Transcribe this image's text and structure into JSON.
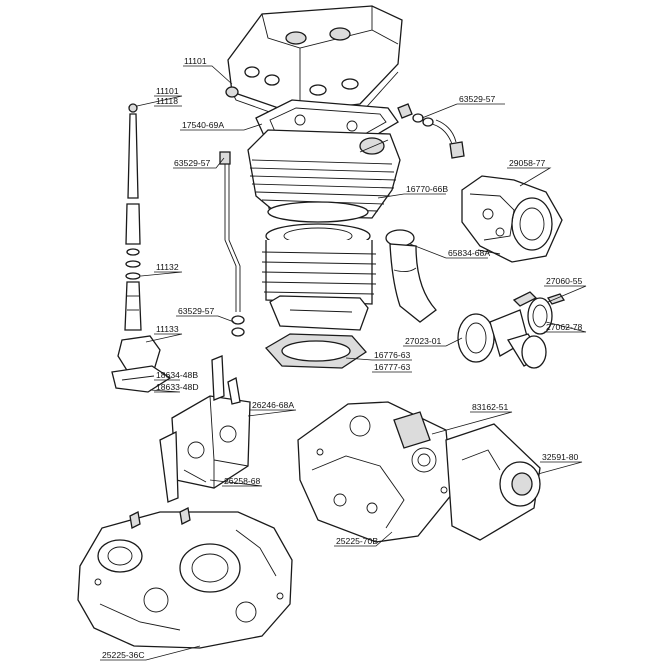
{
  "part_numbers": {
    "p11101_top": "11101",
    "p11101_side": "11101",
    "p11118": "11118",
    "p17540": "17540-69A",
    "p63529_a": "63529-57",
    "p63529_b": "63529-57",
    "p63529_c": "63529-57",
    "p29058": "29058-77",
    "p16770": "16770-66B",
    "p65834": "65834-68A",
    "p11132": "11132",
    "p27060": "27060-55",
    "p27062": "27062-78",
    "p27023": "27023-01",
    "p11133": "11133",
    "p16776": "16776-63",
    "p16777": "16777-63",
    "p18634": "18634-48B",
    "p18633": "18633-48D",
    "p26246": "26246-68A",
    "p83162": "83162-51",
    "p32591": "32591-80",
    "p26258": "26258-68",
    "p25225_70": "25225-70B",
    "p25225_36": "25225-36C"
  }
}
